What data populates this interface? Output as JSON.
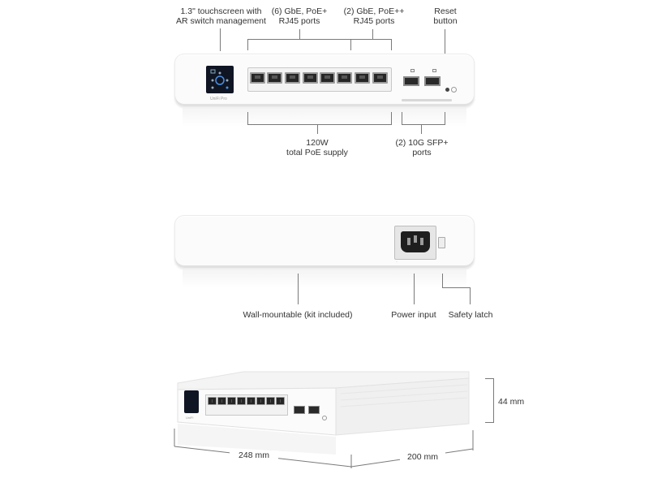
{
  "front": {
    "touchscreen_label_1": "1.3\" touchscreen with",
    "touchscreen_label_2": "AR switch management",
    "poe_plus_label_1": "(6) GbE, PoE+",
    "poe_plus_label_2": "RJ45 ports",
    "poe_pp_label_1": "(2) GbE, PoE++",
    "poe_pp_label_2": "RJ45 ports",
    "reset_label_1": "Reset",
    "reset_label_2": "button",
    "poe_supply_label_1": "120W",
    "poe_supply_label_2": "total PoE supply",
    "sfp_label_1": "(2) 10G SFP+",
    "sfp_label_2": "ports"
  },
  "rear": {
    "wall_mount_label": "Wall-mountable (kit included)",
    "power_input_label": "Power input",
    "safety_latch_label": "Safety latch"
  },
  "dimensions": {
    "height": "44 mm",
    "width": "248 mm",
    "depth": "200 mm"
  },
  "colors": {
    "device_body": "#fbfbfb",
    "port_dark": "#262626",
    "screen_blue": "#0f1523"
  }
}
